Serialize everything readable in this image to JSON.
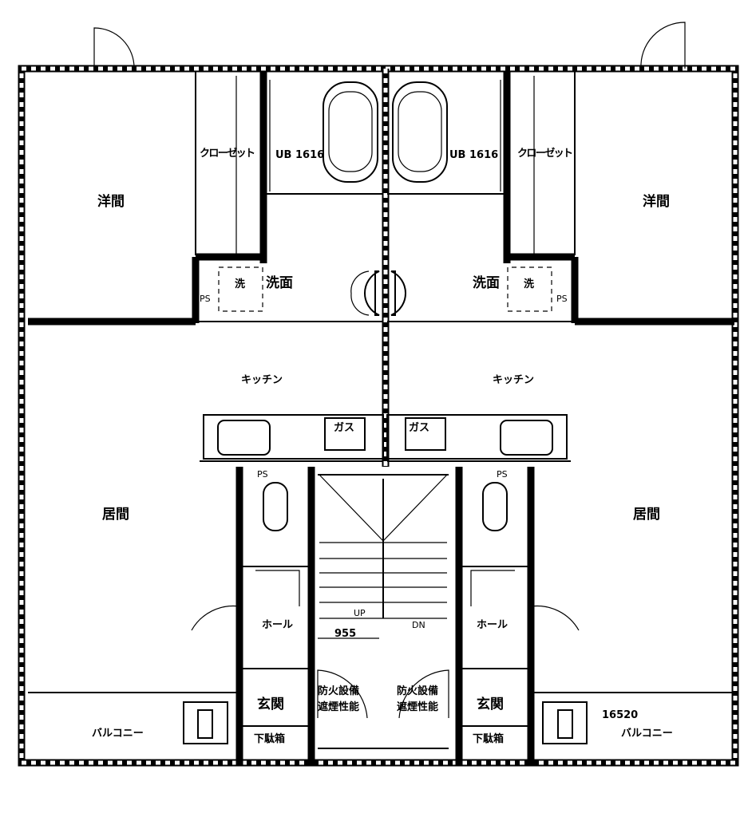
{
  "plan": {
    "left_unit": {
      "western_room": "洋間",
      "closet": "クローゼット",
      "bath": "UB 1616",
      "washroom": "洗面",
      "washer": "洗",
      "pipe_space": "PS",
      "kitchen": "キッチン",
      "gas": "ガス",
      "living": "居間",
      "hall": "ホール",
      "entrance": "玄関",
      "shoe_box": "下駄箱",
      "balcony": "バルコニー",
      "toilet_ps": "PS"
    },
    "right_unit": {
      "western_room": "洋間",
      "closet": "クローゼット",
      "bath": "UB 1616",
      "washroom": "洗面",
      "washer": "洗",
      "pipe_space": "PS",
      "kitchen": "キッチン",
      "gas": "ガス",
      "living": "居間",
      "hall": "ホール",
      "entrance": "玄関",
      "shoe_box": "下駄箱",
      "balcony": "バルコニー",
      "toilet_ps": "PS",
      "dimension": "16520"
    },
    "stair": {
      "up": "UP",
      "down": "DN",
      "width": "955",
      "fire_door_left_1": "防火設備",
      "fire_door_left_2": "遮煙性能",
      "fire_door_right_1": "防火設備",
      "fire_door_right_2": "遮煙性能"
    }
  }
}
